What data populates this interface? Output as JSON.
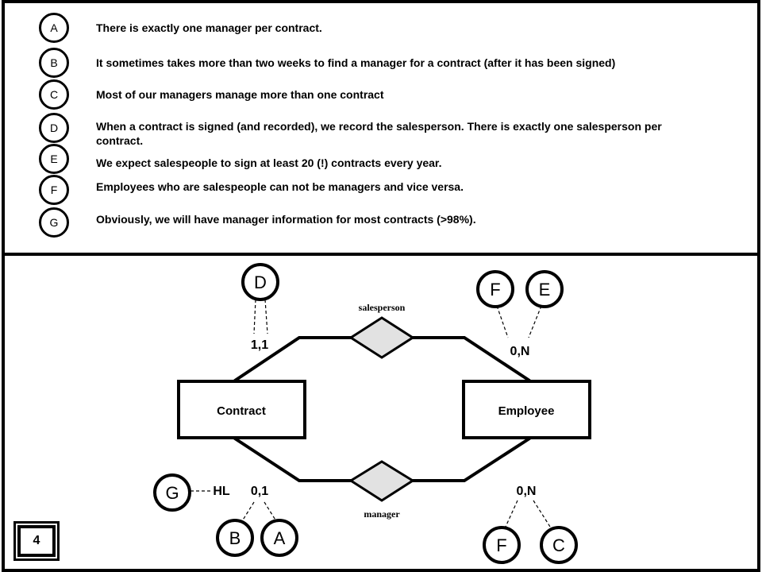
{
  "rules": [
    {
      "letter": "A",
      "text": "There is exactly one manager per contract."
    },
    {
      "letter": "B",
      "text": "It sometimes takes more than two weeks to find a manager for a contract (after it has been signed)"
    },
    {
      "letter": "C",
      "text": "Most of our managers manage more than one contract"
    },
    {
      "letter": "D",
      "text": "When a contract is signed (and recorded), we record the salesperson. There is exactly one salesperson per contract."
    },
    {
      "letter": "E",
      "text": "We expect salespeople to sign at least 20 (!) contracts every year."
    },
    {
      "letter": "F",
      "text": "Employees who are salespeople can not be managers and vice versa."
    },
    {
      "letter": "G",
      "text": "Obviously, we will have manager information for most contracts (>98%)."
    }
  ],
  "diagram": {
    "entities": {
      "contract": "Contract",
      "employee": "Employee"
    },
    "relationships": {
      "salesperson": "salesperson",
      "manager": "manager"
    },
    "cardinalities": {
      "contract_salesperson": "1,1",
      "employee_salesperson": "0,N",
      "contract_manager": "0,1",
      "employee_manager": "0,N",
      "history_label": "HL"
    },
    "rule_tags": {
      "contract_salesperson": [
        "D"
      ],
      "employee_salesperson": [
        "F",
        "E"
      ],
      "contract_manager": [
        "B",
        "A"
      ],
      "employee_manager": [
        "F",
        "C"
      ],
      "history": [
        "G"
      ]
    }
  },
  "page_number": "4"
}
